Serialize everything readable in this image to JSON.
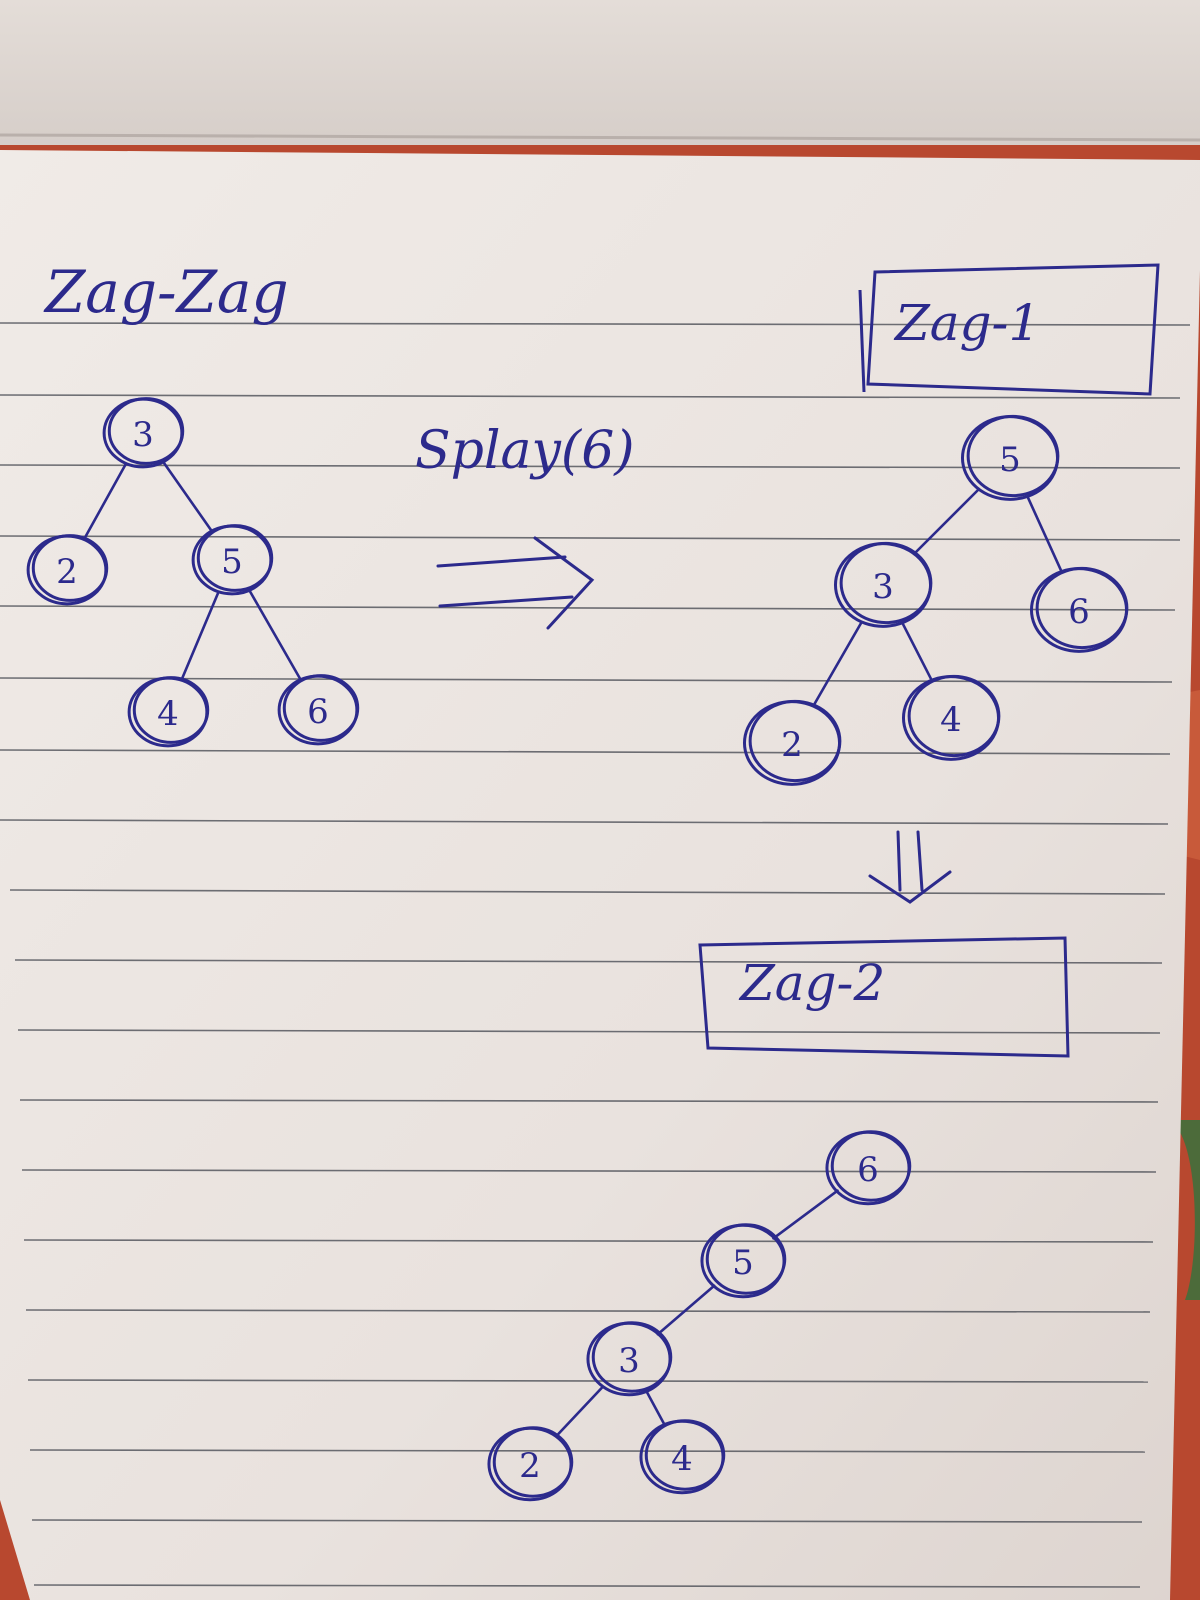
{
  "header": {
    "title": "Zag-Zag",
    "operation": "Splay(6)"
  },
  "steps": [
    {
      "label": "Zag-1"
    },
    {
      "label": "Zag-2"
    }
  ],
  "trees": {
    "initial": {
      "nodes": [
        {
          "key": "3"
        },
        {
          "key": "2"
        },
        {
          "key": "5"
        },
        {
          "key": "4"
        },
        {
          "key": "6"
        }
      ],
      "edges": [
        [
          "3",
          "2"
        ],
        [
          "3",
          "5"
        ],
        [
          "5",
          "4"
        ],
        [
          "5",
          "6"
        ]
      ]
    },
    "after_zag_1": {
      "nodes": [
        {
          "key": "5"
        },
        {
          "key": "3"
        },
        {
          "key": "6"
        },
        {
          "key": "2"
        },
        {
          "key": "4"
        }
      ],
      "edges": [
        [
          "5",
          "3"
        ],
        [
          "5",
          "6"
        ],
        [
          "3",
          "2"
        ],
        [
          "3",
          "4"
        ]
      ]
    },
    "after_zag_2": {
      "nodes": [
        {
          "key": "6"
        },
        {
          "key": "5"
        },
        {
          "key": "3"
        },
        {
          "key": "2"
        },
        {
          "key": "4"
        }
      ],
      "edges": [
        [
          "6",
          "5"
        ],
        [
          "5",
          "3"
        ],
        [
          "3",
          "2"
        ],
        [
          "3",
          "4"
        ]
      ]
    }
  },
  "colors": {
    "ink": "#2c2a8c",
    "paper": "#ece6e2",
    "ruled_line": "#56585f",
    "background_fabric": "#b8482f"
  }
}
